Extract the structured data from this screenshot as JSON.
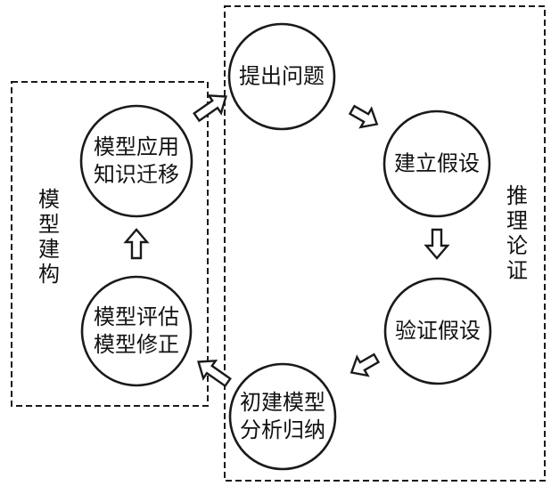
{
  "diagram": {
    "groups": {
      "reasoning": "推\n理\n论\n证",
      "modeling": "模\n型\n建\n构"
    },
    "nodes": {
      "raise_question": "提出问题",
      "build_hypothesis": "建立假设",
      "verify_hypothesis": "验证假设",
      "initial_model": "初建模型\n分析归纳",
      "model_evaluation": "模型评估\n模型修正",
      "model_application": "模型应用\n知识迁移"
    }
  }
}
